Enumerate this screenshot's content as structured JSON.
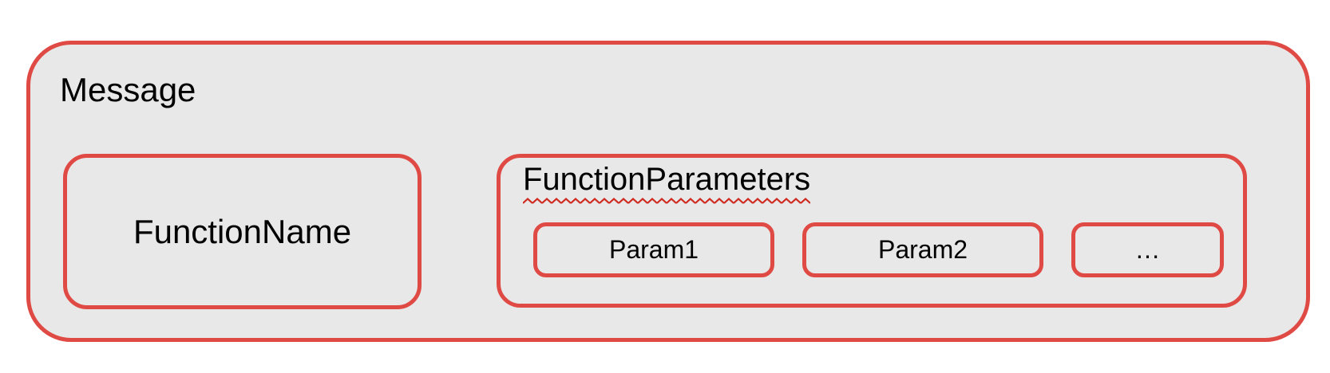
{
  "colors": {
    "border_red": "#e04a44",
    "fill_gray": "#e8e8e8",
    "squiggle_red": "#cf2b20",
    "text_black": "#000000",
    "canvas_white": "#ffffff"
  },
  "diagram": {
    "message": {
      "label": "Message"
    },
    "function_name": {
      "label": "FunctionName"
    },
    "function_parameters": {
      "label": "FunctionParameters",
      "params": [
        {
          "label": "Param1"
        },
        {
          "label": "Param2"
        },
        {
          "label": "…"
        }
      ]
    }
  }
}
